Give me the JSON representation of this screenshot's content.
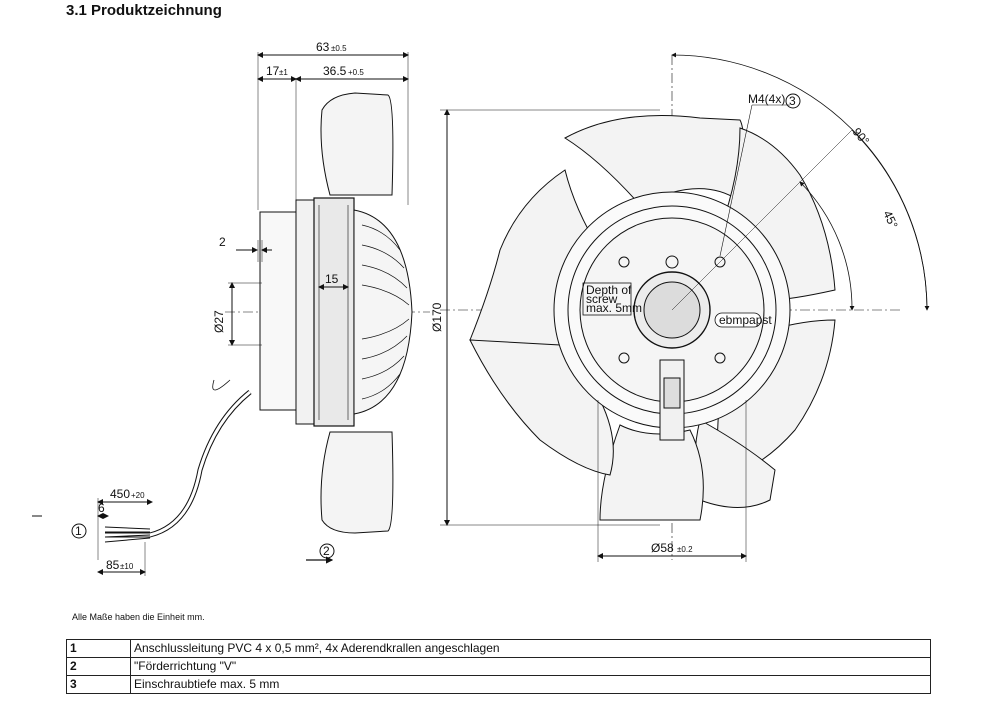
{
  "heading": "3.1 Produktzeichnung",
  "side_view": {
    "dims": {
      "total_width": "63",
      "total_width_tol": "±0.5",
      "hub_depth": "17",
      "hub_depth_tol": "±1",
      "blade_depth": "36.5",
      "blade_depth_tol": "+0.5",
      "flange": "2",
      "rotor": "15",
      "shaft_dia": "Ø27",
      "cable_len": "450",
      "cable_len_tol": "+20",
      "strip": "6",
      "wire_len": "85",
      "wire_len_tol": "±10"
    },
    "callouts": {
      "cable": "1",
      "airflow": "2"
    }
  },
  "front_view": {
    "dims": {
      "outer_dia": "Ø170",
      "hub_dia": "Ø58",
      "hub_dia_tol": "±0.2",
      "thread": "M4(4x)",
      "angle_90": "90°",
      "angle_45": "45°"
    },
    "callouts": {
      "thread": "3"
    },
    "label_box": [
      "Depth of",
      "screw",
      "max. 5mm"
    ],
    "logo": "ebmpapst"
  },
  "unit_note": "Alle Maße haben die Einheit mm.",
  "notes": [
    {
      "num": "1",
      "text": "Anschlussleitung PVC 4 x 0,5 mm², 4x Aderendkrallen angeschlagen"
    },
    {
      "num": "2",
      "text": "\"Förderrichtung \"V\""
    },
    {
      "num": "3",
      "text": "Einschraubtiefe max. 5 mm"
    }
  ]
}
